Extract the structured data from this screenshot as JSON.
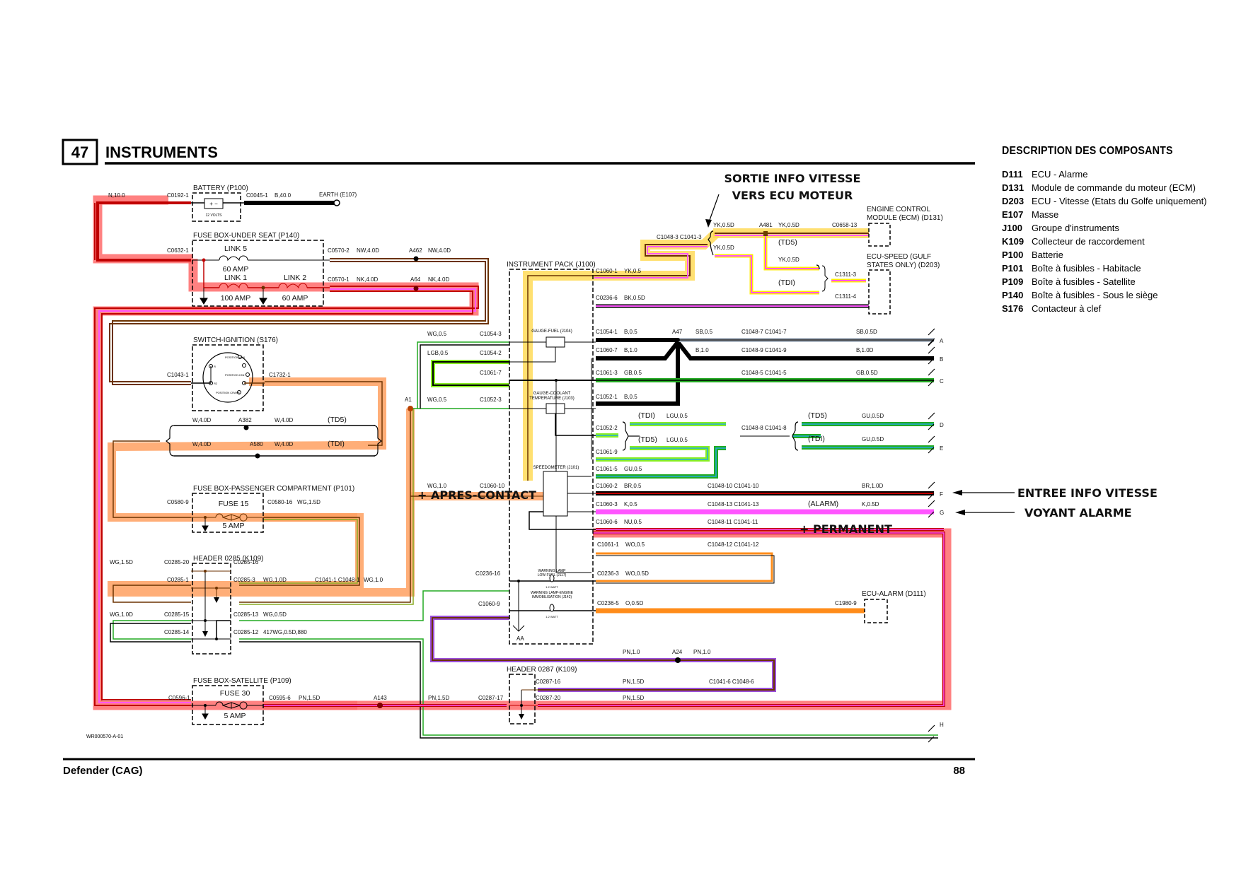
{
  "header": {
    "section_number": "47",
    "section_title": "INSTRUMENTS"
  },
  "footer": {
    "model": "Defender (CAG)",
    "page_number": "88",
    "drawing_ref": "WR000570-A-01"
  },
  "legend": {
    "title": "DESCRIPTION DES COMPOSANTS",
    "items": [
      {
        "code": "D111",
        "desc": "ECU - Alarme"
      },
      {
        "code": "D131",
        "desc": "Module de commande du moteur (ECM)"
      },
      {
        "code": "D203",
        "desc": "ECU - Vitesse (Etats du Golfe uniquement)"
      },
      {
        "code": "E107",
        "desc": "Masse"
      },
      {
        "code": "J100",
        "desc": "Groupe d'instruments"
      },
      {
        "code": "K109",
        "desc": "Collecteur de raccordement"
      },
      {
        "code": "P100",
        "desc": "Batterie"
      },
      {
        "code": "P101",
        "desc": "Boîte à fusibles - Habitacle"
      },
      {
        "code": "P109",
        "desc": "Boîte à fusibles - Satellite"
      },
      {
        "code": "P140",
        "desc": "Boîte à fusibles - Sous le siège"
      },
      {
        "code": "S176",
        "desc": "Contacteur à clef"
      }
    ]
  },
  "annotations": {
    "speed_out_line1": "SORTIE INFO VITESSE",
    "speed_out_line2": "VERS ECU MOTEUR",
    "speed_in": "ENTREE INFO VITESSE",
    "alarm_lamp": "VOYANT ALARME",
    "ignition_feed": "+ APRES-CONTACT",
    "permanent_feed": "+ PERMANENT"
  },
  "components": {
    "battery": {
      "title": "BATTERY (P100)",
      "voltage": "12 VOLTS"
    },
    "earth": "EARTH (E107)",
    "fuse_under_seat": {
      "title": "FUSE BOX-UNDER SEAT (P140)",
      "link5": "LINK 5",
      "link5_rating": "60 AMP",
      "link1": "LINK 1",
      "link1_rating": "100 AMP",
      "link2": "LINK 2",
      "link2_rating": "60 AMP"
    },
    "ignition_switch": {
      "title": "SWITCH-IGNITION (S176)",
      "pos_aux": "POSITION AUX",
      "pos_ign": "POSITION IGN",
      "pos_crank": "POSITION CRANK",
      "t_r": "R",
      "t_r2": "R2",
      "t_2": "2",
      "t_2a": "2A",
      "t_1": "1"
    },
    "fuse_passenger": {
      "title": "FUSE BOX-PASSENGER COMPARTMENT (P101)",
      "fuse": "FUSE 15",
      "rating": "5 AMP"
    },
    "header_0285": {
      "title": "HEADER 0285 (K109)"
    },
    "fuse_satellite": {
      "title": "FUSE BOX-SATELLITE (P109)",
      "fuse": "FUSE 30",
      "rating": "5 AMP"
    },
    "instrument_pack": {
      "title": "INSTRUMENT PACK (J100)",
      "gauge_fuel": "GAUGE-FUEL (J104)",
      "gauge_coolant_1": "GAUGE-COOLANT",
      "gauge_coolant_2": "TEMPERATURE (J103)",
      "speedometer": "SPEEDOMETER (J101)",
      "lamp_fuel_1": "WARNING LAMP",
      "lamp_fuel_2": "LOW FUEL (J117)",
      "lamp_immo_1": "WARNING LAMP-ENGINE",
      "lamp_immo_2": "IMMOBILISATION (J142)",
      "watt": "1.2 WATT",
      "aa": "AA"
    },
    "header_0287": {
      "title": "HEADER 0287 (K109)"
    },
    "ecm": {
      "title1": "ENGINE CONTROL",
      "title2": "MODULE (ECM) (D131)"
    },
    "ecu_speed": {
      "title1": "ECU-SPEED (GULF",
      "title2": "STATES ONLY) (D203)"
    },
    "ecu_alarm": {
      "title": "ECU-ALARM (D111)"
    }
  },
  "labels": {
    "n10": "N,10.0",
    "c0192_1": "C0192-1",
    "c0045_1": "C0045-1",
    "b40": "B,40.0",
    "c0632_1": "C0632-1",
    "c0570_2": "C0570-2",
    "nw40d_a": "NW,4.0D",
    "a462": "A462",
    "nw40d_b": "NW,4.0D",
    "c0570_1": "C0570-1",
    "nk40d_a": "NK,4.0D",
    "a64": "A64",
    "nk40d_b": "NK,4.0D",
    "c1043_1": "C1043-1",
    "c1732_1": "C1732-1",
    "w40d_1": "W,4.0D",
    "a382": "A382",
    "w40d_2": "W,4.0D",
    "td5_a": "(TD5)",
    "w40d_3": "W,4.0D",
    "a580": "A580",
    "w40d_4": "W,4.0D",
    "tdi_a": "(TDI)",
    "c0580_9": "C0580-9",
    "c0580_16": "C0580-16",
    "wg15d_a": "WG,1.5D",
    "wg15d_b": "WG,1.5D",
    "c0285_20": "C0285-20",
    "c0285_16": "C0285-16",
    "c0285_1": "C0285-1",
    "c0285_3": "C0285-3",
    "wg10d_a": "WG,1.0D",
    "c1041_1": "C1041-1 C1048-1",
    "wg10": "WG,1.0",
    "wg10d_b": "WG,1.0D",
    "c0285_15": "C0285-15",
    "c0285_13": "C0285-13",
    "wg05d": "WG,0.5D",
    "c0285_14": "C0285-14",
    "c0285_12": "C0285-12",
    "wg417": "417WG,0.5D,880",
    "c0595_1": "C0596-1",
    "c0595_6": "C0595-6",
    "pn15d_a": "PN,1.5D",
    "a143": "A143",
    "pn15d_b": "PN,1.5D",
    "c0287_17": "C0287-17",
    "c0287_20": "C0287-20",
    "pn15d_c": "PN,1.5D",
    "c0287_16": "C0287-16",
    "pn15d_d": "PN,1.5D",
    "c1041_6": "C1041-6 C1048-6",
    "pn10_a": "PN,1.0",
    "a24": "A24",
    "pn10_b": "PN,1.0",
    "wg05_a": "WG,0.5",
    "c1054_3": "C1054-3",
    "lgb05": "LGB,0.5",
    "c1054_2": "C1054-2",
    "c1061_7": "C1061-7",
    "a1": "A1",
    "wg05_b": "WG,0.5",
    "c1052_3": "C1052-3",
    "wg10_b": "WG,1.0",
    "c1060_10": "C1060-10",
    "c0236_16": "C0236-16",
    "c1060_9": "C1060-9",
    "c1060_1": "C1060-1",
    "yk05": "YK,0.5",
    "c1048_3": "C1048-3 C1041-3",
    "yk05d_a": "YK,0.5D",
    "a481": "A481",
    "yk05d_b": "YK,0.5D",
    "c0658_13": "C0658-13",
    "yk05d_c": "YK,0.5D",
    "td5_b": "(TD5)",
    "yk05d_d": "YK,0.5D",
    "tdi_b": "(TDI)",
    "c1311_3": "C1311-3",
    "c1311_4": "C1311-4",
    "c0236_6": "C0236-6",
    "bk05d": "BK,0.5D",
    "c1054_1": "C1054-1",
    "b05_a": "B,0.5",
    "a47": "A47",
    "sb05": "SB,0.5",
    "c1048_7": "C1048-7 C1041-7",
    "sb05d": "SB,0.5D",
    "c1060_7": "C1060-7",
    "b10_a": "B,1.0",
    "b10_b": "B,1.0",
    "c1048_9": "C1048-9 C1041-9",
    "b10d": "B,1.0D",
    "c1061_3": "C1061-3",
    "gb05": "GB,0.5",
    "c1048_5": "C1048-5 C1041-5",
    "gb05d": "GB,0.5D",
    "c1052_1": "C1052-1",
    "b05_b": "B,0.5",
    "tdi_c": "(TDI)",
    "lgu05_a": "LGU,0.5",
    "c1052_2": "C1052-2",
    "td5_c": "(TD5)",
    "lgu05_b": "LGU,0.5",
    "c1061_9": "C1061-9",
    "c1048_8": "C1048-8 C1041-8",
    "td5_d": "(TD5)",
    "gu05d_a": "GU,0.5D",
    "tdi_d": "(TDI)",
    "gu05d_b": "GU,0.5D",
    "c1061_5": "C1061-5",
    "gu05": "GU,0.5",
    "c1060_2": "C1060-2",
    "br05": "BR,0.5",
    "c1048_10": "C1048-10 C1041-10",
    "br10d": "BR,1.0D",
    "c1060_3": "C1060-3",
    "k05": "K,0.5",
    "c1048_13": "C1048-13 C1041-13",
    "alarm": "(ALARM)",
    "k05d": "K,0.5D",
    "c1060_6": "C1060-6",
    "nu05": "NU,0.5",
    "c1048_11": "C1048-11 C1041-11",
    "c1061_1": "C1061-1",
    "wo05": "WO,0.5",
    "c1048_12": "C1048-12 C1041-12",
    "c0236_3": "C0236-3",
    "wo05d": "WO,0.5D",
    "c0236_5": "C0236-5",
    "o05d": "O,0.5D",
    "c1980_9": "C1980-9",
    "out_a": "A",
    "out_b": "B",
    "out_c": "C",
    "out_d": "D",
    "out_e": "E",
    "out_f": "F",
    "out_g": "G",
    "out_h": "H"
  },
  "colors": {
    "highlight_red": "#ff6b6b",
    "highlight_orange": "#ffa060",
    "highlight_yellow": "#ffd84d",
    "wire_brown": "#6b3200",
    "wire_red": "#c00000",
    "wire_green": "#22aa22",
    "wire_lightgreen": "#88ee22",
    "wire_blue": "#22aadd",
    "wire_pink": "#ff55ff",
    "wire_orange": "#ff8c1a",
    "wire_purple": "#9b4fd8",
    "wire_slate": "#aab4c0",
    "wire_yellow": "#ffee00"
  }
}
